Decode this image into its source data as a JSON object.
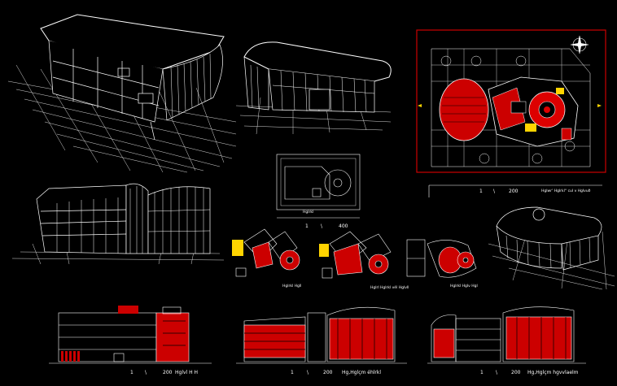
{
  "colors": {
    "background": "#000000",
    "line": "#ffffff",
    "accent": "#ff2020",
    "highlight": "#ffd400",
    "sheet_frame": "#cc0000"
  },
  "site_plan": {
    "scale_num": "1",
    "scale_sep": "\\",
    "scale_den": "200",
    "caption": "Hglwr' Hglrkl° cul v Hglvuð"
  },
  "small_plan": {
    "label": "Hglrkl",
    "scale_num": "1",
    "scale_sep": "\\",
    "scale_den": "400"
  },
  "floor_plans": [
    {
      "caption": "Hglrkl Hgll"
    },
    {
      "caption": "Hglrl Hglrkl vél Hglvll"
    },
    {
      "caption": "Hglrkl Hglv Hgl"
    }
  ],
  "elevations": [
    {
      "scale_num": "1",
      "scale_sep": "\\",
      "scale_den": "200",
      "caption": "Hglvl H H"
    },
    {
      "scale_num": "1",
      "scale_sep": "\\",
      "scale_den": "200",
      "caption": "Hg,Hglçm éhlrkl"
    },
    {
      "scale_num": "1",
      "scale_sep": "\\",
      "scale_den": "200",
      "caption": "Hg,Hglçm hgvvlaelm"
    }
  ]
}
